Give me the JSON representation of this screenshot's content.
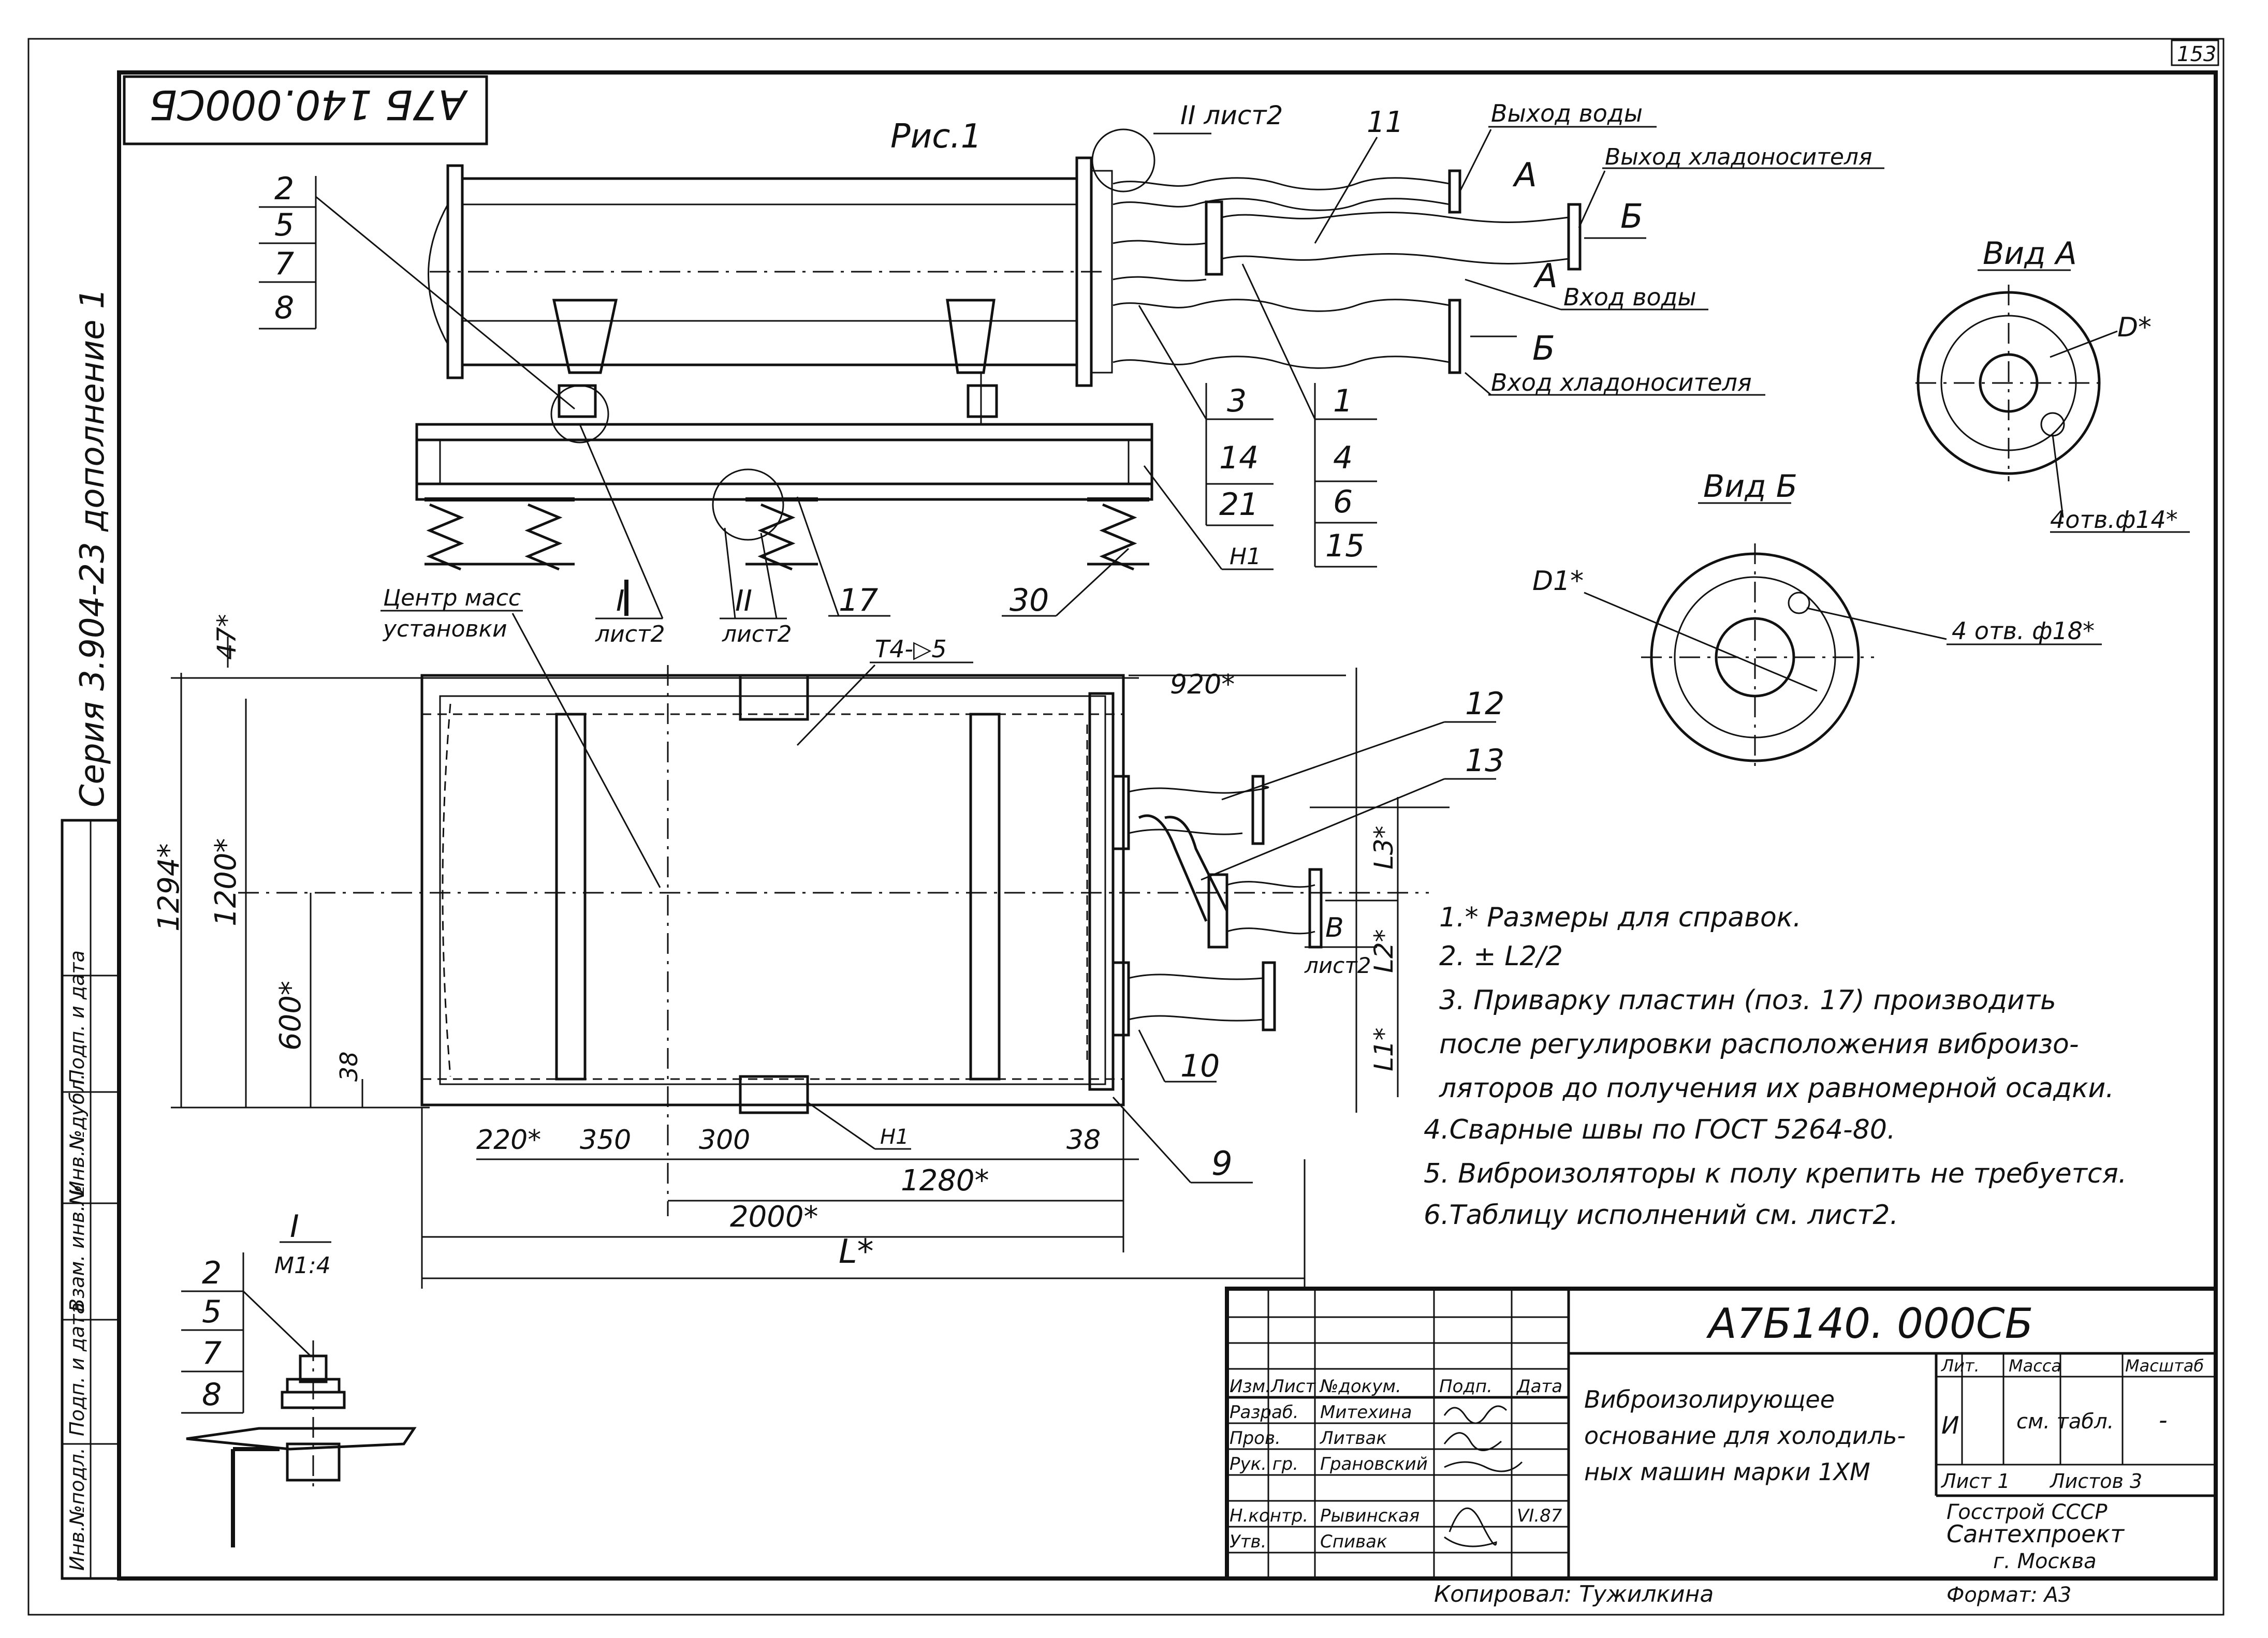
{
  "sheet": {
    "page_no": "153",
    "stamp_code_rotated": "А7Б 140.000СБ",
    "figure_caption": "Рис.1",
    "side_text": "Серия 3.904-23 дополнение 1"
  },
  "left_margin_table": [
    "Инв.№подл.",
    "Подп. и дата",
    "Взам. инв.№",
    "Инв.№дубл.",
    "Подп. и дата"
  ],
  "top_view": {
    "label_II_sheet": "II лист2",
    "pos_11": "11",
    "water_out": "Выход воды",
    "coolant_out": "Выход хладоносителя",
    "water_in": "Вход воды",
    "coolant_in": "Вход хладоносителя",
    "A": "А",
    "B": "Б",
    "callout_left": [
      "2",
      "5",
      "7",
      "8"
    ],
    "callout_mid1": [
      "3",
      "14",
      "21"
    ],
    "callout_mid2": [
      "1",
      "4",
      "6",
      "15"
    ],
    "pos_H1": "Н1",
    "pos_17": "17",
    "pos_30": "30",
    "sec_I": "I",
    "sec_I_sheet": "лист2",
    "sec_II": "II",
    "sec_II_sheet": "лист2"
  },
  "plan_view": {
    "center_mass": "Центр масс",
    "center_mass2": "установки",
    "weld": "Т4-▷5",
    "dim_47": "47*",
    "dim_920": "920*",
    "dim_1294": "1294*",
    "dim_1200": "1200*",
    "dim_600": "600*",
    "dim_38v": "38",
    "dim_220": "220*",
    "dim_350": "350",
    "dim_300": "300",
    "dim_38h": "38",
    "dim_1280": "1280*",
    "dim_2000": "2000*",
    "dim_L": "L*",
    "dim_L1": "L1*",
    "dim_L2": "L2*",
    "dim_L3": "L3*",
    "pos_12": "12",
    "pos_13": "13",
    "pos_10": "10",
    "pos_9": "9",
    "pos_H1": "Н1",
    "view_B": "В",
    "view_B_sheet": "лист2"
  },
  "view_a": {
    "title": "Вид А",
    "dim": "D*",
    "holes": "4отв.ф14*"
  },
  "view_b": {
    "title": "Вид Б",
    "dim": "D1*",
    "holes": "4 отв. ф18*"
  },
  "notes": [
    "1.* Размеры для справок.",
    "2. ± L2/2",
    "3. Приварку пластин (поз. 17) производить",
    "после регулировки расположения виброизо-",
    "ляторов до получения их равномерной осадки.",
    "4.Сварные швы по ГОСТ 5264-80.",
    "5. Виброизоляторы к полу крепить не требуется.",
    "6.Таблицу исполнений см. лист2."
  ],
  "detail_I": {
    "title": "I",
    "scale": "М1:4",
    "callout": [
      "2",
      "5",
      "7",
      "8"
    ]
  },
  "title_block": {
    "code": "А7Б140. 000СБ",
    "name": [
      "Виброизолирующее",
      "основание для холодиль-",
      "ных машин марки 1ХМ"
    ],
    "col_headers": [
      "Изм.",
      "Лист",
      "№докум.",
      "Подп.",
      "Дата"
    ],
    "rows": [
      {
        "role": "Разраб.",
        "name": "Митехина"
      },
      {
        "role": "Пров.",
        "name": "Литвак"
      },
      {
        "role": "Рук. гр.",
        "name": "Грановский"
      },
      {
        "role": "",
        "name": ""
      },
      {
        "role": "Н.контр.",
        "name": "Рывинская",
        "date": "VI.87"
      },
      {
        "role": "Утв.",
        "name": "Спивак"
      }
    ],
    "lit_header": "Лит.",
    "mass_header": "Масса",
    "scale_header": "Масштаб",
    "lit_value": "И",
    "mass_value": "см. табл.",
    "scale_value": "-",
    "sheet": "Лист 1",
    "sheets": "Листов 3",
    "org1": "Госстрой СССР",
    "org2": "Сантехпроект",
    "org3": "г. Москва",
    "copied": "Копировал: Тужилкина",
    "format": "Формат: А3"
  }
}
